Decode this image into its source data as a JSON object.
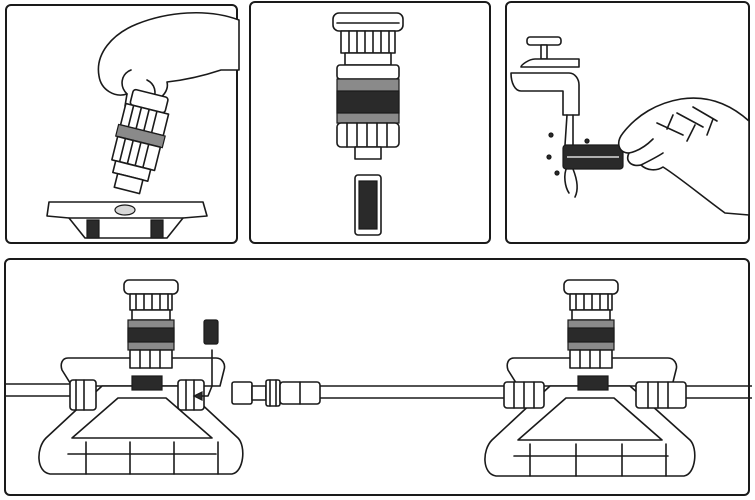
{
  "diagram": {
    "panels": [
      {
        "name": "panel-unscrew-head"
      },
      {
        "name": "panel-remove-filter"
      },
      {
        "name": "panel-rinse-filter"
      },
      {
        "name": "panel-hose-connection"
      }
    ]
  },
  "colors": {
    "line": "#1a1a1a",
    "dark_band": "#2a2a2a",
    "mid_gray": "#8a8a8a",
    "background": "#ffffff"
  },
  "icons": [
    "hand-icon",
    "sprinkler-head-icon",
    "filter-cartridge-icon",
    "faucet-icon",
    "water-splash-icon",
    "hose-connector-icon",
    "arrow-icon",
    "sprinkler-base-icon"
  ]
}
